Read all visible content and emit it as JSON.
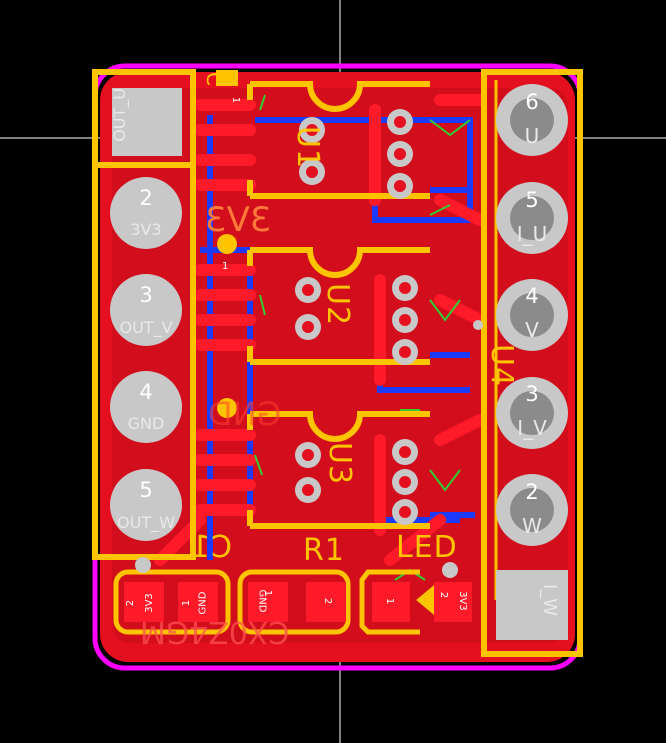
{
  "colors": {
    "background": "#000000",
    "board_outline": "#ff00ff",
    "copper_top": "#e5101f",
    "copper_bottom": "#1a3bff",
    "silkscreen": "#ffc400",
    "pad": "#c8c8c8",
    "ratsnest": "#33cc33"
  },
  "components": {
    "u1": "U1",
    "u2": "U2",
    "u3": "U3",
    "u4": "U4",
    "r1": "R1",
    "c1": "C1",
    "led": "LED",
    "c_small": "C",
    "net_3v3_bottom": "3V3",
    "net_gnd_bottom": "GND",
    "bottom_text": "CX0Z4GM"
  },
  "left_header": {
    "pin1_label": "OUT_U",
    "pins": [
      {
        "num": "2",
        "label": "3V3"
      },
      {
        "num": "3",
        "label": "OUT_V"
      },
      {
        "num": "4",
        "label": "GND"
      },
      {
        "num": "5",
        "label": "OUT_W"
      }
    ]
  },
  "right_header": {
    "pins": [
      {
        "num": "6",
        "label": "U"
      },
      {
        "num": "5",
        "label": "I_U"
      },
      {
        "num": "4",
        "label": "V"
      },
      {
        "num": "3",
        "label": "I_V"
      },
      {
        "num": "2",
        "label": "W"
      }
    ],
    "pin1_label": "I_W"
  },
  "smd_pads": {
    "c1_pad2": "2",
    "c1_pad2_net": "3V3",
    "c1_pad1": "1",
    "c1_pad1_net": "GND",
    "r1_pad1": "1",
    "r1_pad1_net": "GND",
    "r1_pad2": "2",
    "led_pad1": "1",
    "led_pad2": "2",
    "led_pad2_net": "3V3",
    "c_top_pin": "1",
    "ic_pin1": "1"
  }
}
